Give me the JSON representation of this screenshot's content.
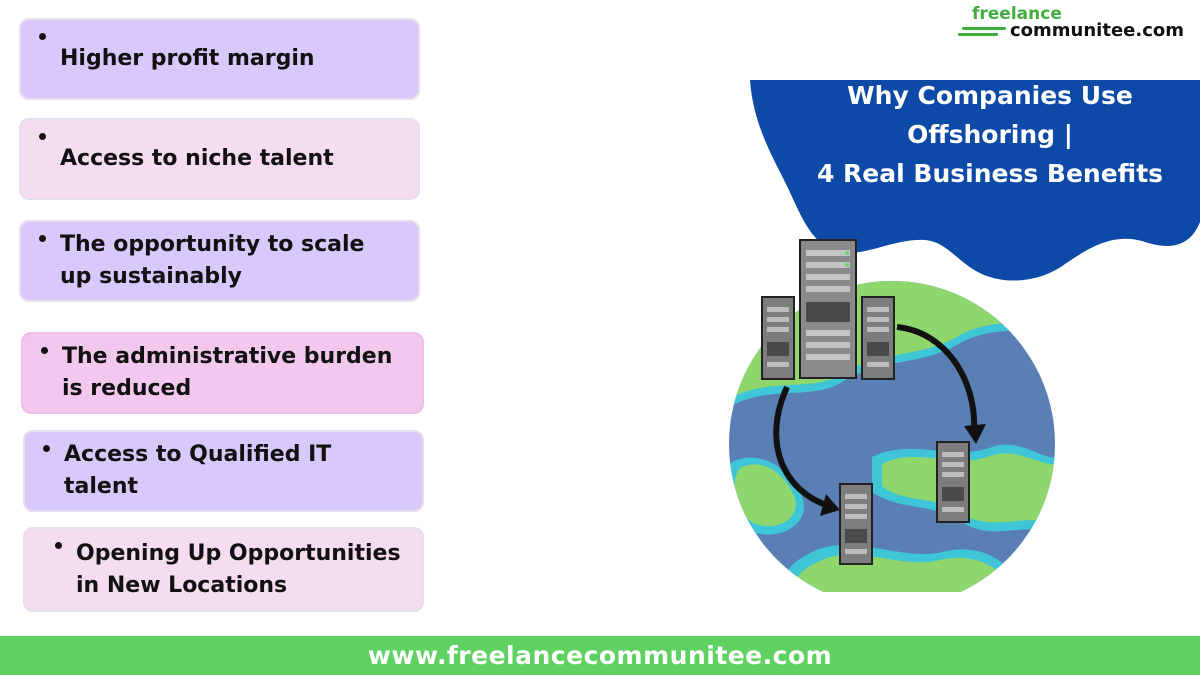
{
  "benefits": [
    {
      "text": "Higher profit margin"
    },
    {
      "text": "Access to niche talent"
    },
    {
      "text": "The opportunity to scale up sustainably"
    },
    {
      "text": "The administrative burden is reduced"
    },
    {
      "text": "Access to Qualified IT talent"
    },
    {
      "text": "Opening Up Opportunities in New Locations"
    }
  ],
  "title": {
    "line1": "Why Companies Use",
    "line2": "Offshoring |",
    "line3": "4 Real Business Benefits"
  },
  "logo": {
    "line1": "freelance",
    "line2": "communitee.com"
  },
  "footer": {
    "url": "www.freelancecommunitee.com"
  },
  "colors": {
    "lavender": "#d9c8fb",
    "pink": "#f6dcf0",
    "blue": "#0d4aa8",
    "green": "#5fd160"
  }
}
